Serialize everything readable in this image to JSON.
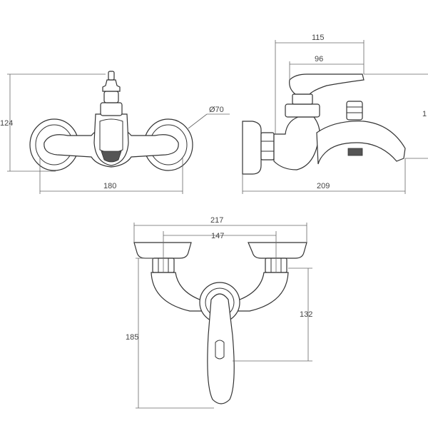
{
  "front_view": {
    "height_dim": "124",
    "width_dim": "180",
    "flange_dim": "Ø70"
  },
  "side_view": {
    "reach_dim": "115",
    "handle_dim": "96",
    "height_dim_partial": "1",
    "depth_dim": "209"
  },
  "top_view": {
    "overall_width_dim": "217",
    "center_distance_dim": "147",
    "lever_height_dim": "132",
    "overall_height_dim": "185"
  }
}
